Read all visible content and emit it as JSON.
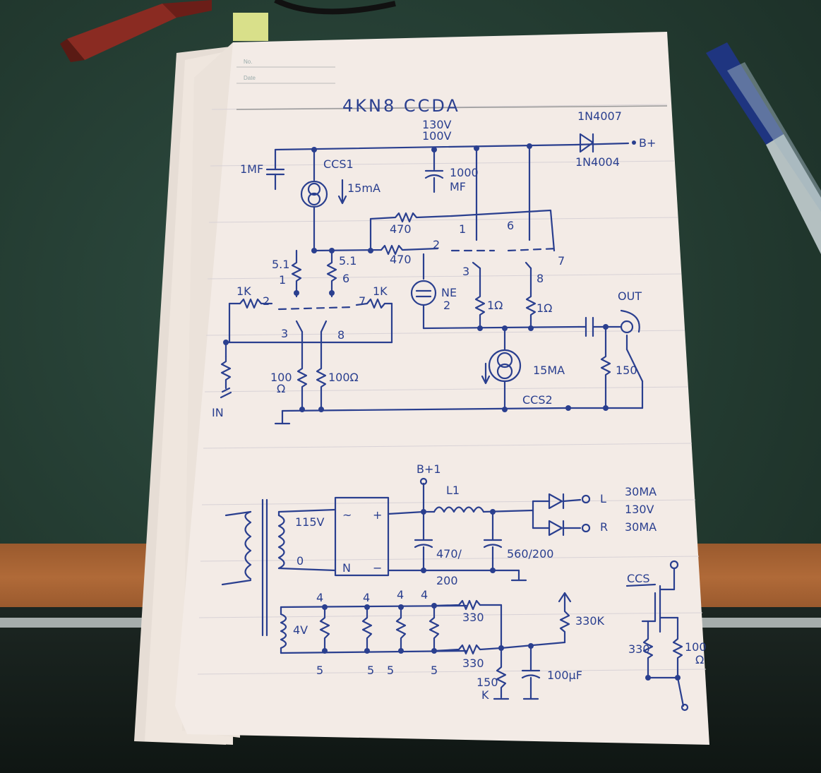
{
  "sketch": {
    "title": "4KN8 CCDA",
    "header": {
      "no": "No.",
      "date": "Date"
    },
    "supply": {
      "voltage_top": "130V",
      "voltage_bottom": "100V",
      "diode_top": "1N4007",
      "diode_bottom": "1N4004",
      "bplus": "B+",
      "cap": "1000",
      "cap_unit": "MF"
    },
    "left": {
      "cap": "1MF",
      "ccs": "CCS1",
      "ccs_current": "15mA",
      "r1": "5.1",
      "r2": "5.1",
      "pin1": "1",
      "pin6": "6",
      "grid_r1": "1K",
      "grid_r2": "1K",
      "pin2": "2",
      "pin7": "7",
      "pin3": "3",
      "pin8": "8",
      "rk1": "100",
      "rk1_unit": "Ω",
      "rk2": "100Ω",
      "input": "IN"
    },
    "right": {
      "r470a": "470",
      "r470b": "470",
      "pin1": "1",
      "pin6": "6",
      "pin2": "2",
      "pin7": "7",
      "pin3": "3",
      "pin8": "8",
      "ne": "NE",
      "ne_num": "2",
      "r1a": "1Ω",
      "r1b": "1Ω",
      "out": "OUT",
      "r150": "150",
      "ccs2_current": "15MA",
      "ccs2": "CCS2"
    },
    "psu": {
      "bplus1": "B+1",
      "inductor": "L1",
      "v115": "115V",
      "v0": "0",
      "bridge_tl": "~",
      "bridge_tr": "+",
      "bridge_bl": "N",
      "bridge_br": "−",
      "cap1": "470/",
      "cap1b": "200",
      "cap2": "560/200",
      "out_l": "L",
      "out_r": "R",
      "ma_l": "30MA",
      "v130": "130V",
      "ma_r": "30MA"
    },
    "heater": {
      "v4": "4V",
      "pins_top": [
        "4",
        "4",
        "4",
        "4"
      ],
      "pins_bottom": [
        "5",
        "5",
        "5",
        "5"
      ],
      "r330a": "330",
      "r330b": "330",
      "r330k": "330K",
      "r150k": "150",
      "r150k_unit": "K",
      "cap100": "100µF"
    },
    "ccs_detail": {
      "label": "CCS",
      "r330": "330",
      "r100": "100",
      "r100_unit": "Ω"
    }
  },
  "colors": {
    "ink": "#2a3f8f",
    "paper": "#f3ebe6",
    "mat": "#22392f",
    "wood": "#a4602f"
  }
}
